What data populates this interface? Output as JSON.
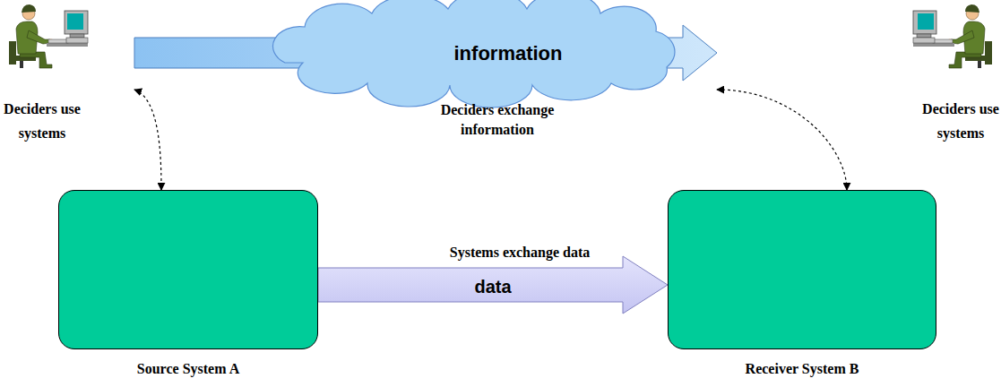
{
  "diagram": {
    "nodes": [
      {
        "text": [
          "Deciders use systems"
        ]
      },
      {
        "text": [
          "Deciders use systems"
        ]
      },
      {
        "text": [
          "Source System A"
        ]
      },
      {
        "text": [
          "Receiver System B"
        ]
      }
    ],
    "edges": [
      {
        "from": 0,
        "to": 1,
        "arrow": "to",
        "label": "information"
      },
      {
        "from": 0,
        "to": 2,
        "arrow": "both"
      },
      {
        "from": 1,
        "to": 3,
        "arrow": "both"
      },
      {
        "from": 2,
        "to": 3,
        "arrow": "to",
        "label": "data"
      }
    ],
    "labels": [
      "Deciders exchange information",
      "Systems exchange data"
    ]
  }
}
